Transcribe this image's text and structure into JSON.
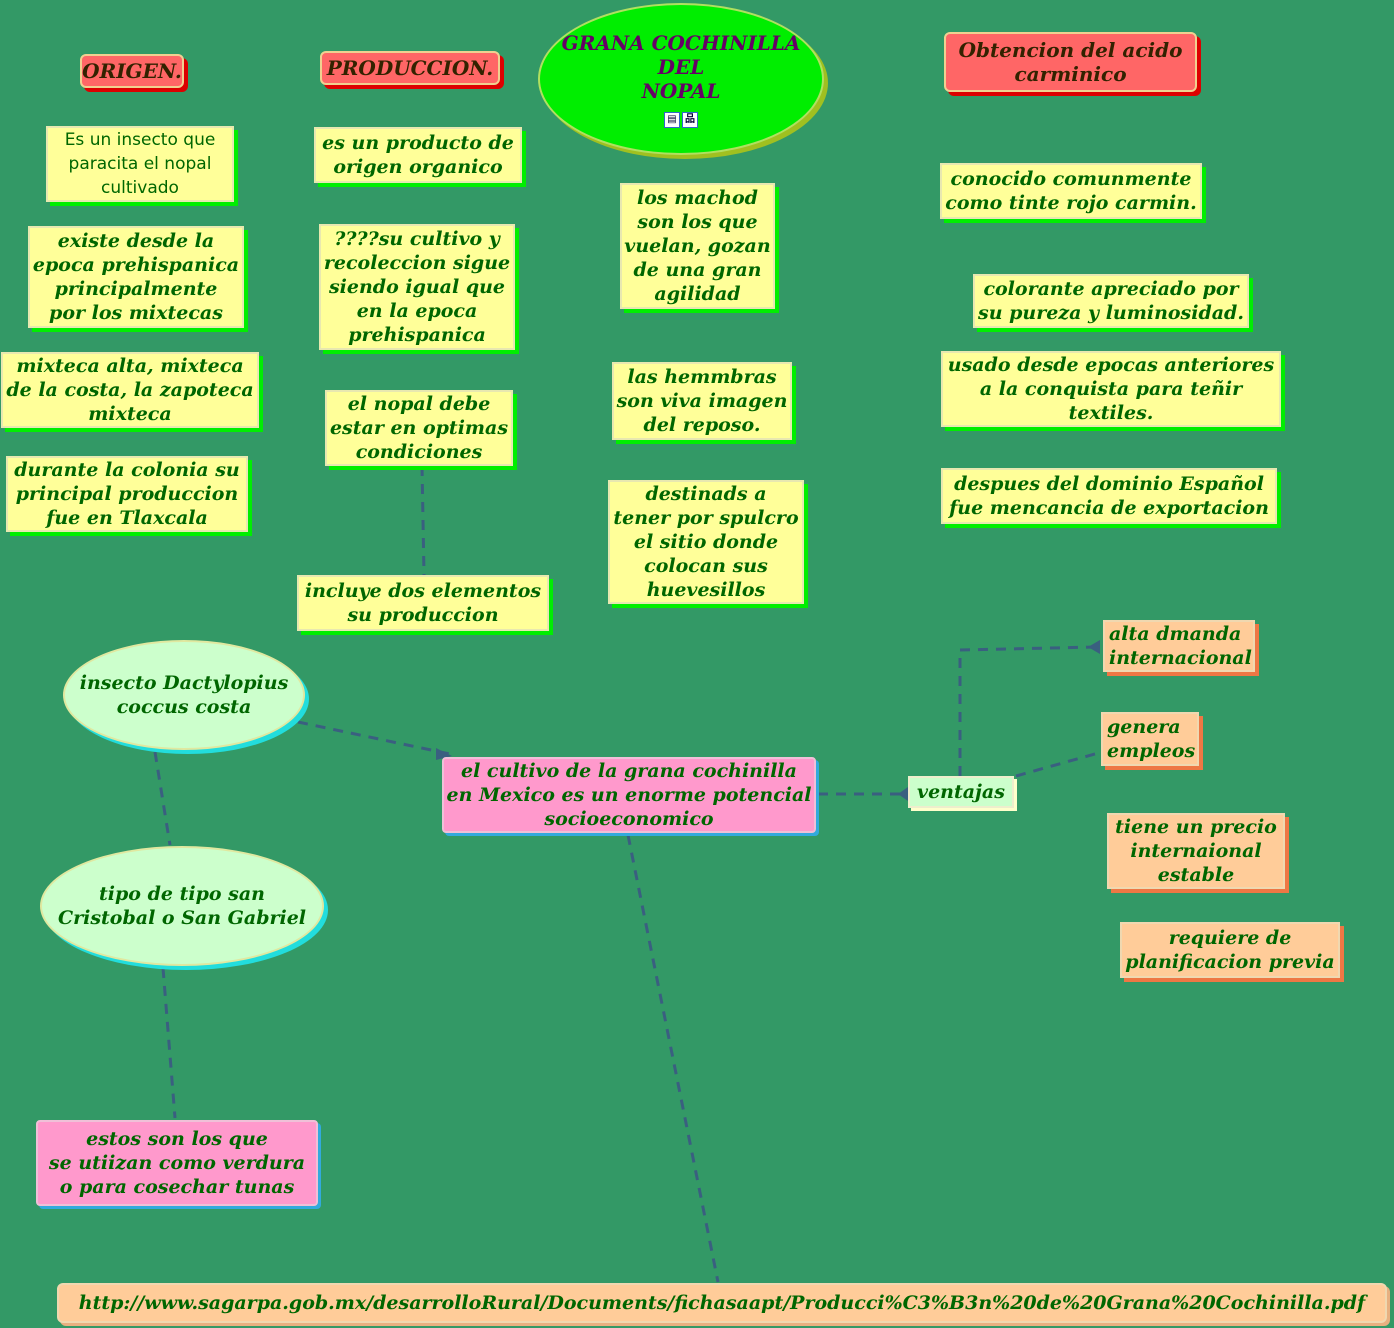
{
  "title": {
    "text": "GRANA COCHINILLA\nDEL\nNOPAL",
    "icons": [
      "resource-document-icon",
      "concept-map-icon"
    ]
  },
  "headers": {
    "origen": "ORIGEN.",
    "produccion": "PRODUCCION.",
    "obtencion": "Obtencion del acido\ncarminico"
  },
  "origen": [
    "Es un insecto que\nparacita el nopal\ncultivado",
    "existe desde la\nepoca prehispanica\nprincipalmente\npor los mixtecas",
    "mixteca alta, mixteca\nde la costa, la zapoteca\nmixteca",
    "durante la colonia su\nprincipal produccion\nfue en Tlaxcala"
  ],
  "produccion": [
    "es un producto de\norigen organico",
    "????su cultivo y\nrecoleccion sigue\nsiendo igual que\nen la epoca\nprehispanica",
    "el nopal debe\nestar en optimas\ncondiciones",
    "incluye dos elementos\nsu produccion"
  ],
  "centro": [
    "los machod\nson los que\nvuelan, gozan\nde una gran\nagilidad",
    "las hemmbras\nson viva imagen\ndel reposo.",
    "destinads a\ntener por spulcro\nel sitio donde\ncolocan sus\nhuevesillos"
  ],
  "obtencion": [
    "conocido comunmente\ncomo tinte rojo carmin.",
    "colorante apreciado por\nsu pureza y luminosidad.",
    "usado desde epocas anteriores\na la conquista para teñir\ntextiles.",
    "despues del dominio Español\nfue mencancia de exportacion"
  ],
  "insecto": "insecto Dactylopius\ncoccus costa",
  "nopal_tipo": "tipo de tipo san\nCristobal o San Gabriel",
  "verdura": "estos son los que\nse utiizan como verdura\no para cosechar tunas",
  "cultivo": "el cultivo de la grana cochinilla\nen Mexico es un enorme potencial\nsocioeconomico",
  "ventajas": "ventajas",
  "ventajas_items": [
    "alta dmanda\ninternacional",
    "genera\nempleos",
    "tiene un precio\ninternaional\nestable",
    "requiere de\nplanificacion previa"
  ],
  "url": "http://www.sagarpa.gob.mx/desarrolloRural/Documents/fichasaapt/Producci%C3%B3n%20de%20Grana%20Cochinilla.pdf",
  "colors": {
    "background": "#339966",
    "note": "#ffff99",
    "text": "#006600",
    "header": "#ff6666",
    "title_text": "#660066"
  }
}
